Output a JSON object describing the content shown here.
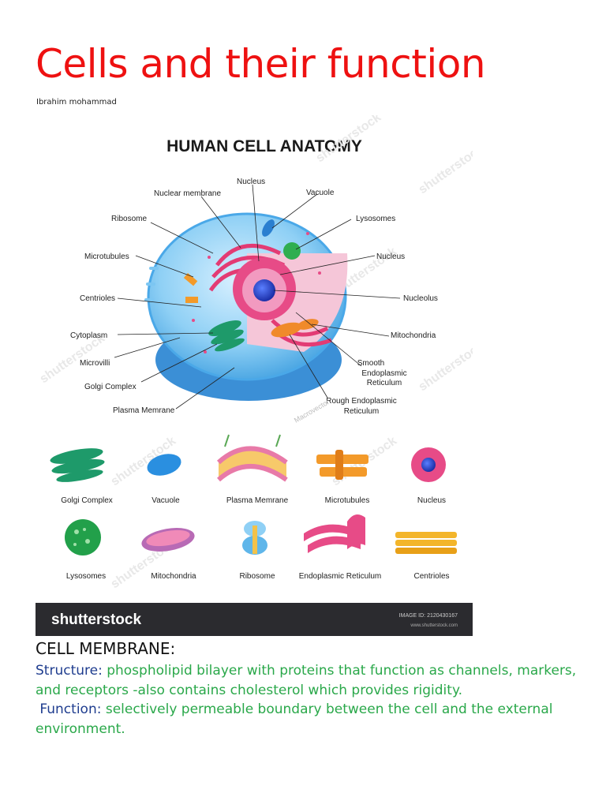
{
  "document": {
    "title": "Cells and their function",
    "author": "Ibrahim mohammad"
  },
  "figure": {
    "heading": "HUMAN CELL ANATOMY",
    "watermark": "shutterstock",
    "credit_stamp": "Macrovector",
    "left_labels": [
      "Nuclear membrane",
      "Ribosome",
      "Microtubules",
      "Centrioles",
      "Cytoplasm",
      "Microvilli",
      "Golgi Complex",
      "Plasma Memrane"
    ],
    "right_labels": [
      "Nucleus",
      "Vacuole",
      "Lysosomes",
      "Nucleus",
      "Nucleolus",
      "Mitochondria",
      "Smooth",
      "Endoplasmic",
      "Reticulum",
      "Rough Endoplasmic",
      "Reticulum"
    ],
    "organelles_row1": [
      "Golgi Complex",
      "Vacuole",
      "Plasma Memrane",
      "Microtubules",
      "Nucleus"
    ],
    "organelles_row2": [
      "Lysosomes",
      "Mitochondria",
      "Ribosome",
      "Endoplasmic Reticulum",
      "Centrioles"
    ],
    "footer": {
      "brand": "shutterstock",
      "image_id": "IMAGE ID: 2120430167",
      "site": "www.shutterstock.com"
    }
  },
  "section": {
    "heading": "CELL MEMBRANE:",
    "structure_label": "Structure:",
    "structure_text": "phospholipid bilayer with proteins that function as channels, markers, and receptors -also contains cholesterol which provides rigidity.",
    "function_label": "Function:",
    "function_text": "selectively permeable boundary between the cell and the external environment."
  },
  "colors": {
    "title": "#ee1111",
    "label_blue": "#1f3d8f",
    "text_green": "#2aa84a",
    "cell_blue": "#5fb6ea",
    "footer_bg": "#2b2b2f"
  }
}
